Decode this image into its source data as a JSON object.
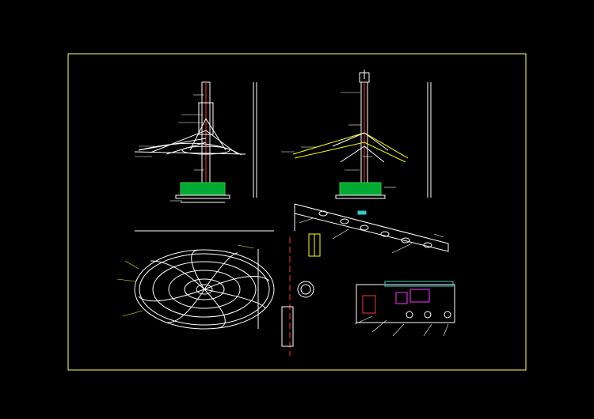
{
  "drawing": {
    "background": "#000000",
    "frame_color": "#ffff66",
    "line_color": "#ffffff",
    "accent_yellow": "#ffff00",
    "accent_red": "#ff3333",
    "accent_green": "#33cc33",
    "accent_cyan": "#33cccc",
    "accent_magenta": "#ff33ff"
  },
  "views": [
    {
      "name": "elevation-view-a"
    },
    {
      "name": "elevation-view-b"
    },
    {
      "name": "plan-view"
    },
    {
      "name": "arm-detail"
    },
    {
      "name": "connection-detail"
    }
  ]
}
